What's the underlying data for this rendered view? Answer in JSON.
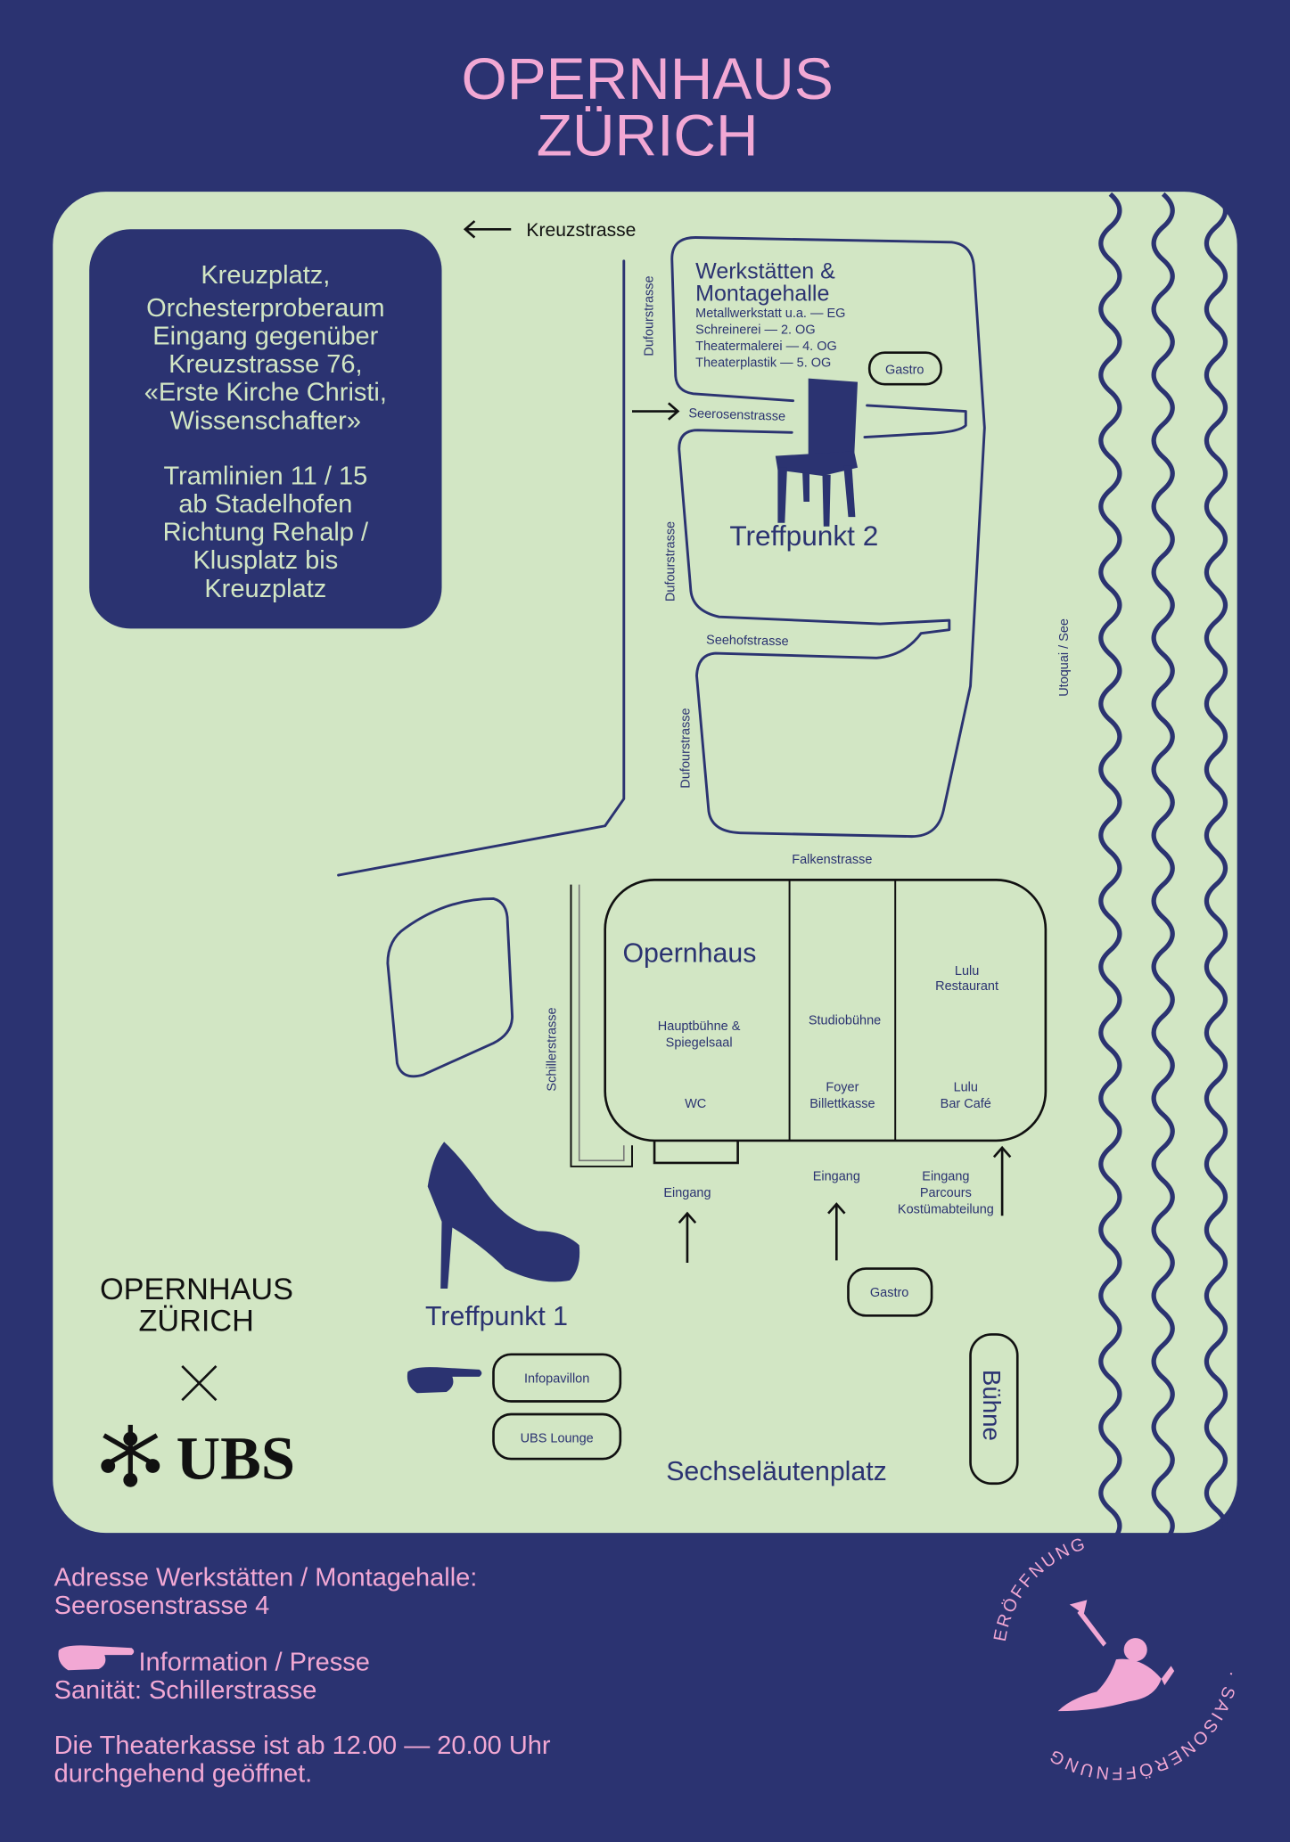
{
  "header": {
    "title_line1": "OPERNHAUS",
    "title_line2": "ZÜRICH"
  },
  "info_box": {
    "lines": [
      "Kreuzplatz,",
      "Orchesterproberaum",
      "Eingang gegenüber",
      "Kreuzstrasse 76,",
      "«Erste Kirche Christi,",
      "Wissenschafter»"
    ],
    "tram_lines": [
      "Tramlinien 11 / 15",
      "ab Stadelhofen",
      "Richtung Rehalp /",
      "Klusplatz bis",
      "Kreuzplatz"
    ]
  },
  "streets": {
    "kreuzstrasse": "Kreuzstrasse",
    "dufour1": "Dufourstrasse",
    "dufour2": "Dufourstrasse",
    "dufour3": "Dufourstrasse",
    "seerosen": "Seerosenstrasse",
    "seehof": "Seehofstrasse",
    "falken": "Falkenstrasse",
    "schiller": "Schillerstrasse",
    "utoquai": "Utoquai  /  See"
  },
  "werkstaetten": {
    "title1": "Werkstätten &",
    "title2": "Montagehalle",
    "floors": [
      "Metallwerkstatt u.a. — EG",
      "Schreinerei — 2. OG",
      "Theatermalerei — 4. OG",
      "Theaterplastik — 5. OG"
    ],
    "gastro": "Gastro"
  },
  "treffpunkt2": "Treffpunkt 2",
  "opernhaus": {
    "title": "Opernhaus",
    "hauptbuehne1": "Hauptbühne &",
    "hauptbuehne2": "Spiegelsaal",
    "wc": "WC",
    "studio": "Studiobühne",
    "foyer1": "Foyer",
    "foyer2": "Billettkasse",
    "lulu_r1": "Lulu",
    "lulu_r2": "Restaurant",
    "lulu_b1": "Lulu",
    "lulu_b2": "Bar Café"
  },
  "entrances": {
    "e1": "Eingang",
    "e2": "Eingang",
    "e3a": "Eingang",
    "e3b": "Parcours",
    "e3c": "Kostümabteilung"
  },
  "gastro_bottom": "Gastro",
  "treffpunkt1": "Treffpunkt 1",
  "buttons": {
    "infopavillon": "Infopavillon",
    "ubs_lounge": "UBS Lounge"
  },
  "buehne": "Bühne",
  "platz": "Sechseläutenplatz",
  "sponsor": {
    "logo1": "OPERNHAUS",
    "logo2": "ZÜRICH",
    "times": "×",
    "ubs": "UBS"
  },
  "footer": {
    "address1": "Adresse Werkstätten / Montagehalle:",
    "address2": "Seerosenstrasse 4",
    "info": "Information / Presse",
    "sanitaet": "Sanität: Schillerstrasse",
    "kasse1": "Die Theaterkasse ist ab 12.00 — 20.00 Uhr",
    "kasse2": "durchgehend geöffnet."
  },
  "season_logo": {
    "arc_top": "ERÖFFNUNG",
    "arc_bottom": "· SAISONERÖFFNUNG"
  },
  "colors": {
    "navy": "#2b3371",
    "green": "#d2e6c4",
    "pink": "#f2a8d4"
  }
}
